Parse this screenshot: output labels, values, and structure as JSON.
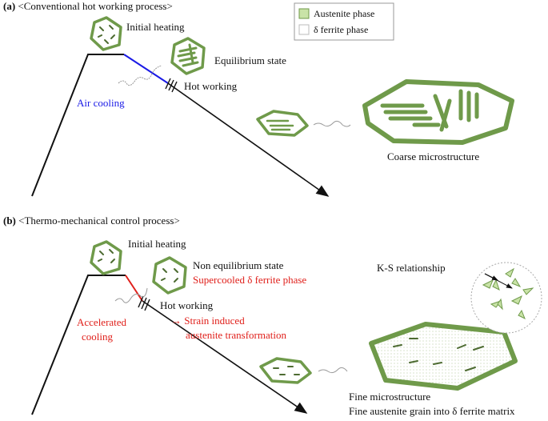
{
  "colors": {
    "austenite_fill": "#c9e3a7",
    "austenite_stroke": "#6f9a4a",
    "blue_line": "#1a1ae6",
    "red": "#e0201b",
    "black": "#111111"
  },
  "legend": {
    "austenite_label": "Austenite phase",
    "ferrite_label": "δ ferrite phase"
  },
  "panel_a": {
    "letter": "(a)",
    "title": "<Conventional hot working process>",
    "initial_heating": "Initial heating",
    "equilibrium_state": "Equilibrium state",
    "hot_working": "Hot working",
    "air_cooling": "Air cooling",
    "coarse_microstructure": "Coarse microstructure"
  },
  "panel_b": {
    "letter": "(b)",
    "title": "<Thermo-mechanical control process>",
    "initial_heating": "Initial heating",
    "non_equilibrium_state": "Non equilibrium state",
    "supercooled": "Supercooled δ ferrite phase",
    "hot_working": "Hot working",
    "strain_induced_1": "→ Strain induced",
    "strain_induced_2": "austenite transformation",
    "accelerated_1": "Accelerated",
    "accelerated_2": "cooling",
    "ks_relationship": "K-S relationship",
    "fine_microstructure": "Fine microstructure",
    "fine_austenite": "Fine austenite grain into δ ferrite matrix"
  }
}
